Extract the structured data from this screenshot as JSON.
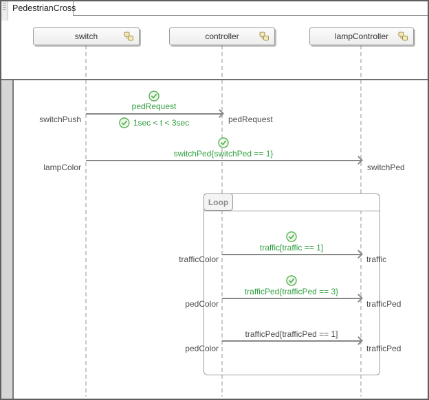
{
  "window": {
    "tab_title": "PedestrianCross"
  },
  "lifelines": [
    {
      "name": "switch"
    },
    {
      "name": "controller"
    },
    {
      "name": "lampController"
    }
  ],
  "fragment": {
    "operator_label": "Loop"
  },
  "messages": [
    {
      "source_event": "switchPush",
      "label": "pedRequest",
      "constraint": "1sec < t < 3sec",
      "target_event": "pedRequest",
      "verified": true,
      "constraint_verified": true
    },
    {
      "source_event": "lampColor",
      "label": "switchPed{switchPed == 1}",
      "target_event": "switchPed",
      "verified": true
    },
    {
      "source_event": "trafficColor",
      "label": "traffic[traffic == 1]",
      "target_event": "traffic",
      "verified": true
    },
    {
      "source_event": "pedColor",
      "label": "trafficPed{trafficPed == 3}",
      "target_event": "trafficPed",
      "verified": true
    },
    {
      "source_event": "pedColor",
      "label": "trafficPed[trafficPed == 1]",
      "target_event": "trafficPed",
      "verified": false
    }
  ],
  "colors": {
    "verified_green": "#2e9e3e",
    "check_fill": "#edf8ea",
    "check_stroke": "#58b154",
    "arrow_gray": "#878787",
    "lifeline_gray": "#c9c9c9",
    "icon_yellow_fill": "#f3e9bd",
    "icon_yellow_stroke": "#a59148"
  }
}
